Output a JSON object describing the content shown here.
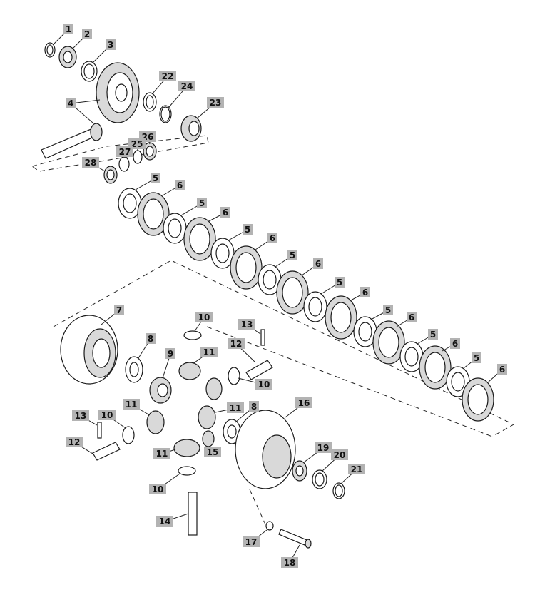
{
  "callouts": [
    {
      "id": "c1",
      "label": "1"
    },
    {
      "id": "c2",
      "label": "2"
    },
    {
      "id": "c3",
      "label": "3"
    },
    {
      "id": "c4",
      "label": "4"
    },
    {
      "id": "c22",
      "label": "22"
    },
    {
      "id": "c24",
      "label": "24"
    },
    {
      "id": "c23",
      "label": "23"
    },
    {
      "id": "c26",
      "label": "26"
    },
    {
      "id": "c25",
      "label": "25"
    },
    {
      "id": "c27",
      "label": "27"
    },
    {
      "id": "c28",
      "label": "28"
    },
    {
      "id": "c5a",
      "label": "5"
    },
    {
      "id": "c6a",
      "label": "6"
    },
    {
      "id": "c5b",
      "label": "5"
    },
    {
      "id": "c6b",
      "label": "6"
    },
    {
      "id": "c5c",
      "label": "5"
    },
    {
      "id": "c6c",
      "label": "6"
    },
    {
      "id": "c5d",
      "label": "5"
    },
    {
      "id": "c6d",
      "label": "6"
    },
    {
      "id": "c5e",
      "label": "5"
    },
    {
      "id": "c6e",
      "label": "6"
    },
    {
      "id": "c5f",
      "label": "5"
    },
    {
      "id": "c6f",
      "label": "6"
    },
    {
      "id": "c5g",
      "label": "5"
    },
    {
      "id": "c6g",
      "label": "6"
    },
    {
      "id": "c5h",
      "label": "5"
    },
    {
      "id": "c6h",
      "label": "6"
    },
    {
      "id": "c7",
      "label": "7"
    },
    {
      "id": "c8a",
      "label": "8"
    },
    {
      "id": "c9",
      "label": "9"
    },
    {
      "id": "c10a",
      "label": "10"
    },
    {
      "id": "c11a",
      "label": "11"
    },
    {
      "id": "c13a",
      "label": "13"
    },
    {
      "id": "c12a",
      "label": "12"
    },
    {
      "id": "c10b",
      "label": "10"
    },
    {
      "id": "c11b",
      "label": "11"
    },
    {
      "id": "c11c",
      "label": "11"
    },
    {
      "id": "c8b",
      "label": "8"
    },
    {
      "id": "c16",
      "label": "16"
    },
    {
      "id": "c13b",
      "label": "13"
    },
    {
      "id": "c10c",
      "label": "10"
    },
    {
      "id": "c12b",
      "label": "12"
    },
    {
      "id": "c11d",
      "label": "11"
    },
    {
      "id": "c15",
      "label": "15"
    },
    {
      "id": "c19",
      "label": "19"
    },
    {
      "id": "c20",
      "label": "20"
    },
    {
      "id": "c21",
      "label": "21"
    },
    {
      "id": "c10d",
      "label": "10"
    },
    {
      "id": "c14",
      "label": "14"
    },
    {
      "id": "c17",
      "label": "17"
    },
    {
      "id": "c18",
      "label": "18"
    }
  ]
}
